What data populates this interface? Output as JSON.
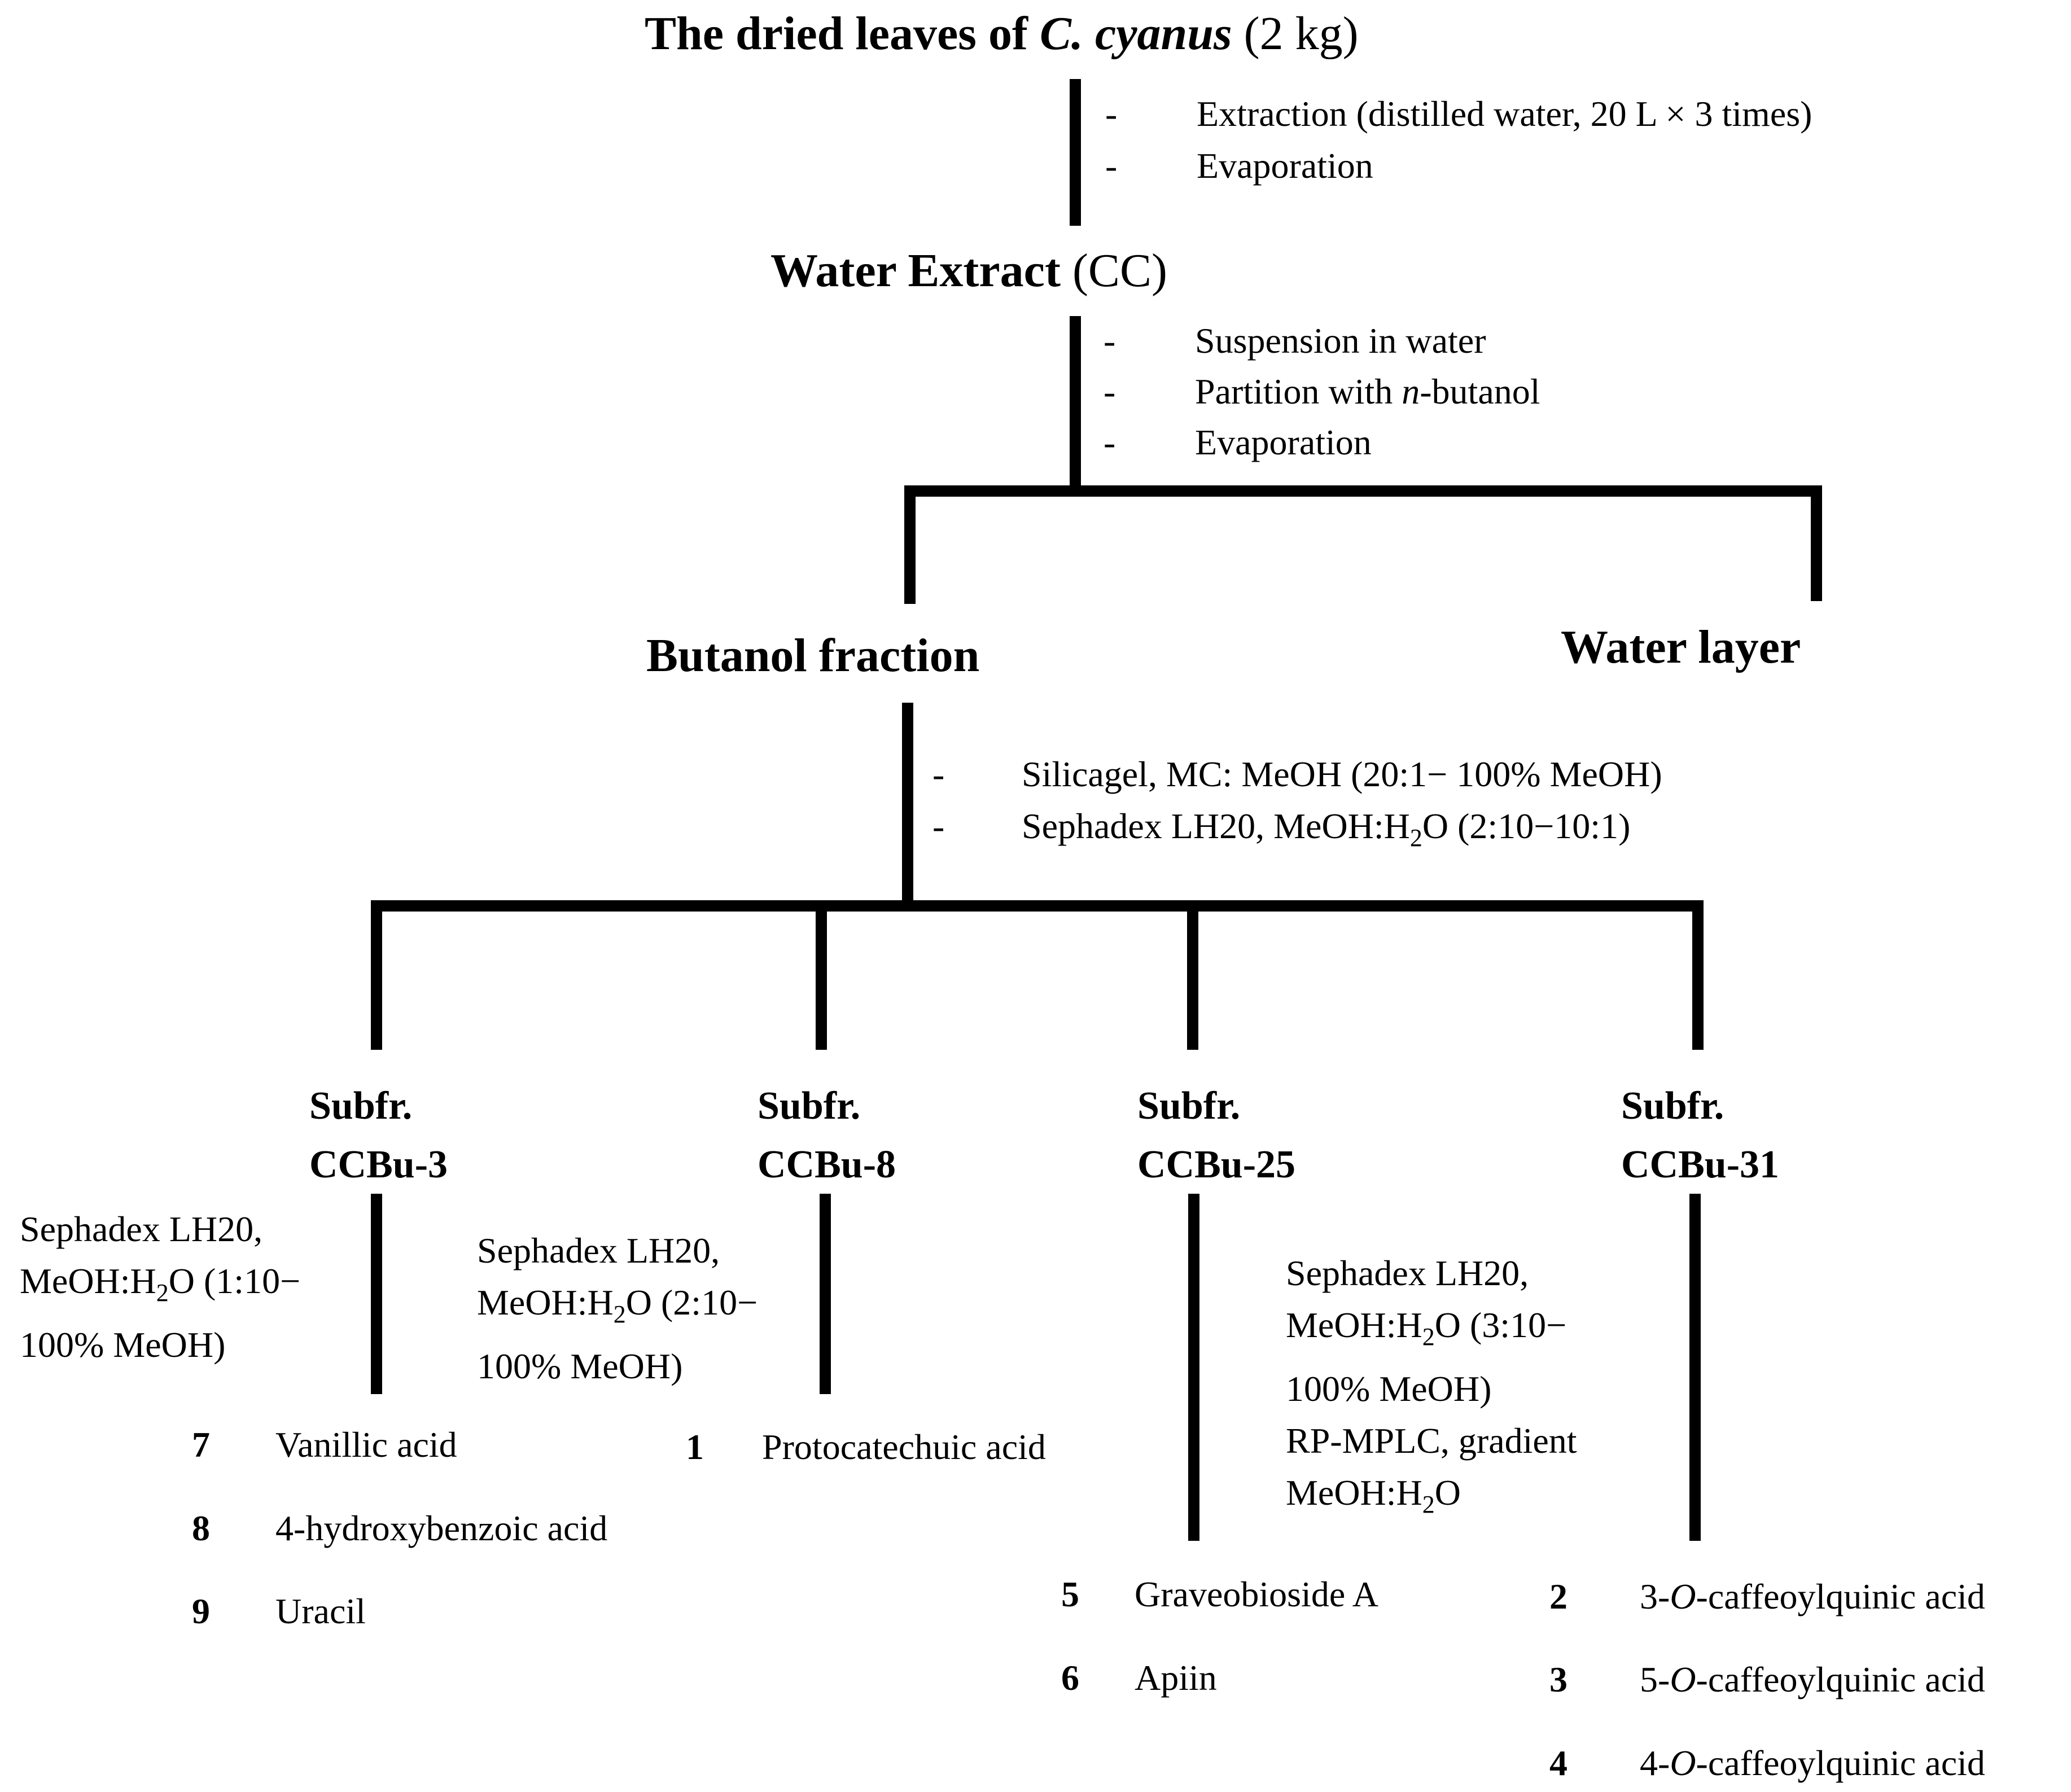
{
  "nodes": {
    "root": {
      "pre": "The dried leaves of ",
      "italic": "C. cyanus",
      "post": " (2 kg)"
    },
    "water_extract": {
      "bold": "Water Extract",
      "post": " (CC)"
    },
    "butanol": "Butanol fraction",
    "water_layer": "Water layer",
    "subfr_3": {
      "line1": "Subfr.",
      "line2": "CCBu-3"
    },
    "subfr_8": {
      "line1": "Subfr.",
      "line2": "CCBu-8"
    },
    "subfr_25": {
      "line1": "Subfr.",
      "line2": "CCBu-25"
    },
    "subfr_31": {
      "line1": "Subfr.",
      "line2": "CCBu-31"
    }
  },
  "steps": {
    "root_to_extract": [
      {
        "dash": "-",
        "text": "Extraction (distilled water, 20 L × 3 times)"
      },
      {
        "dash": "-",
        "text": "Evaporation"
      }
    ],
    "extract_to_partition": [
      {
        "dash": "-",
        "text": "Suspension in water"
      },
      {
        "dash": "-",
        "pre": "Partition with ",
        "italic": "n",
        "post": "-butanol"
      },
      {
        "dash": "-",
        "text": "Evaporation"
      }
    ],
    "butanol_to_subfr": [
      {
        "dash": "-",
        "text": "Silicagel, MC: MeOH (20:1− 100% MeOH)"
      },
      {
        "dash": "-",
        "pre": "Sephadex LH20, MeOH:H",
        "sub": "2",
        "post": "O (2:10−10:1)"
      }
    ],
    "cond_3": {
      "l1": "Sephadex LH20,",
      "l2_pre": "MeOH:H",
      "l2_sub": "2",
      "l2_post": "O (1:10−",
      "l3": "100% MeOH)"
    },
    "cond_8": {
      "l1": "Sephadex LH20,",
      "l2_pre": "MeOH:H",
      "l2_sub": "2",
      "l2_post": "O (2:10−",
      "l3": "100% MeOH)"
    },
    "cond_25": {
      "l1": "Sephadex LH20,",
      "l2_pre": "MeOH:H",
      "l2_sub": "2",
      "l2_post": "O (3:10−",
      "l3": "100% MeOH)",
      "l4": "RP-MPLC, gradient",
      "l5_pre": "MeOH:H",
      "l5_sub": "2",
      "l5_post": "O"
    }
  },
  "compounds": {
    "c7": {
      "num": "7",
      "name": "Vanillic acid"
    },
    "c8": {
      "num": "8",
      "name": "4-hydroxybenzoic acid"
    },
    "c9": {
      "num": "9",
      "name": "Uracil"
    },
    "c1": {
      "num": "1",
      "name": "Protocatechuic acid"
    },
    "c5": {
      "num": "5",
      "name": "Graveobioside A"
    },
    "c6": {
      "num": "6",
      "name": "Apiin"
    },
    "c2": {
      "num": "2",
      "pre": "3-",
      "italic": "O",
      "post": "-caffeoylquinic acid"
    },
    "c3": {
      "num": "3",
      "pre": "5-",
      "italic": "O",
      "post": "-caffeoylquinic acid"
    },
    "c4": {
      "num": "4",
      "pre": "4-",
      "italic": "O",
      "post": "-caffeoylquinic acid"
    }
  },
  "colors": {
    "line": "#000000",
    "text": "#000000",
    "background": "#ffffff"
  }
}
